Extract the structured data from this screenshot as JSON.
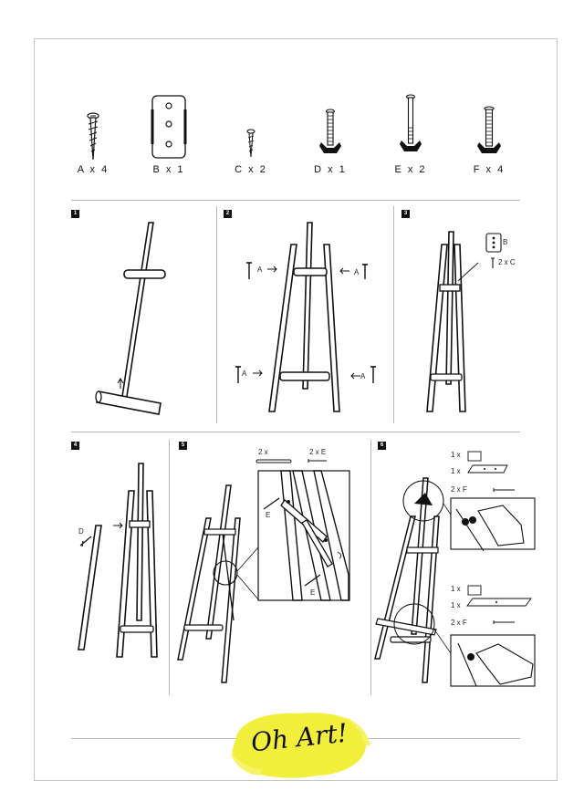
{
  "parts": [
    {
      "id": "A",
      "label": "A x 4",
      "icon": "wood-screw-icon"
    },
    {
      "id": "B",
      "label": "B x 1",
      "icon": "metal-plate-icon"
    },
    {
      "id": "C",
      "label": "C x 2",
      "icon": "small-screw-icon"
    },
    {
      "id": "D",
      "label": "D x 1",
      "icon": "wing-bolt-short-icon"
    },
    {
      "id": "E",
      "label": "E x 2",
      "icon": "wing-bolt-long-icon"
    },
    {
      "id": "F",
      "label": "F x 4",
      "icon": "wing-bolt-medium-icon"
    }
  ],
  "steps": [
    {
      "number": "1"
    },
    {
      "number": "2",
      "labels": [
        "A",
        "A",
        "A",
        "A"
      ]
    },
    {
      "number": "3",
      "labels": [
        "B",
        "2 x C"
      ]
    },
    {
      "number": "4",
      "labels": [
        "D"
      ]
    },
    {
      "number": "5",
      "labels": [
        "2 x",
        "2 x E",
        "E",
        "E"
      ]
    },
    {
      "number": "6",
      "labels": [
        "1 x",
        "1 x",
        "2 x F",
        "1 x",
        "1 x",
        "2 x F"
      ]
    }
  ],
  "brand": {
    "logo_text": "Oh Art!",
    "accent_color": "#f2ef3c"
  }
}
